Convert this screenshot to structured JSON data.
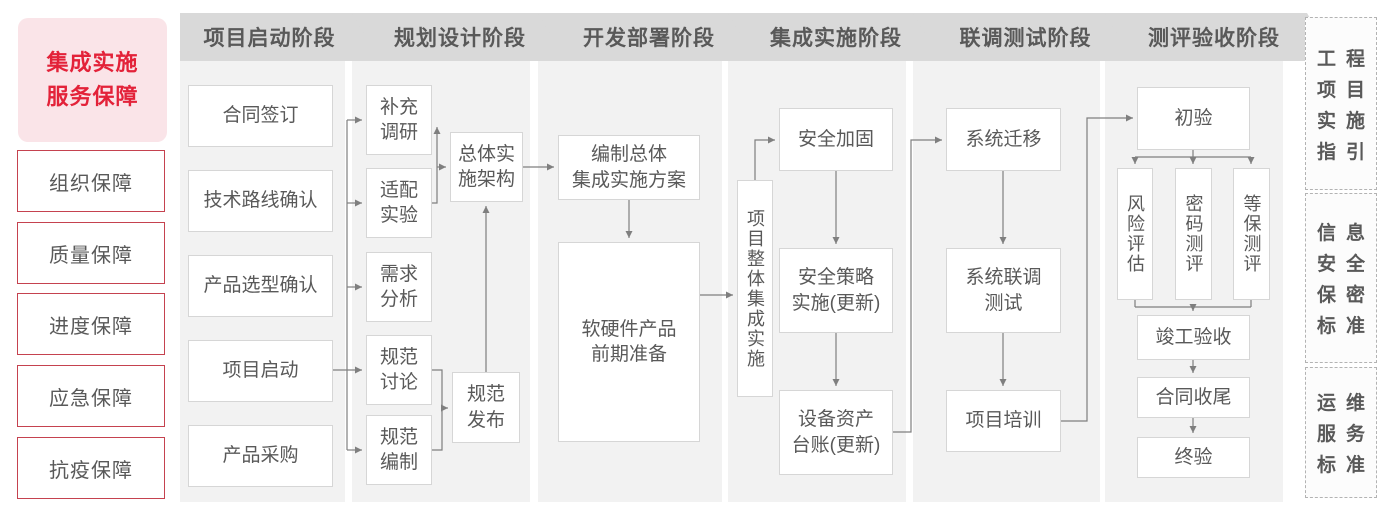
{
  "sidebar": {
    "title_lines": [
      "集成实施",
      "服务保障"
    ],
    "items": [
      {
        "label": "组织保障"
      },
      {
        "label": "质量保障"
      },
      {
        "label": "进度保障"
      },
      {
        "label": "应急保障"
      },
      {
        "label": "抗疫保障"
      }
    ]
  },
  "phases": [
    {
      "label": "项目启动阶段",
      "nodes": [
        {
          "label": "合同签订"
        },
        {
          "label": "技术路线确认"
        },
        {
          "label": "产品选型确认"
        },
        {
          "label": "项目启动"
        },
        {
          "label": "产品采购"
        }
      ]
    },
    {
      "label": "规划设计阶段",
      "nodes": [
        {
          "label": "补充\n调研"
        },
        {
          "label": "适配\n实验"
        },
        {
          "label": "需求\n分析"
        },
        {
          "label": "规范\n讨论"
        },
        {
          "label": "规范\n编制"
        },
        {
          "label": "总体实\n施架构"
        },
        {
          "label": "规范\n发布"
        }
      ]
    },
    {
      "label": "开发部署阶段",
      "nodes": [
        {
          "label": "编制总体\n集成实施方案"
        },
        {
          "label": "软硬件产品\n前期准备"
        }
      ]
    },
    {
      "label": "集成实施阶段",
      "nodes": [
        {
          "label": "项目整体集成实施"
        },
        {
          "label": "安全加固"
        },
        {
          "label": "安全策略\n实施(更新)"
        },
        {
          "label": "设备资产\n台账(更新)"
        }
      ]
    },
    {
      "label": "联调测试阶段",
      "nodes": [
        {
          "label": "系统迁移"
        },
        {
          "label": "系统联调\n测试"
        },
        {
          "label": "项目培训"
        }
      ]
    },
    {
      "label": "测评验收阶段",
      "nodes": [
        {
          "label": "初验"
        },
        {
          "label": "风险评估"
        },
        {
          "label": "密码测评"
        },
        {
          "label": "等保测评"
        },
        {
          "label": "竣工验收"
        },
        {
          "label": "合同收尾"
        },
        {
          "label": "终验"
        }
      ]
    }
  ],
  "right_panels": [
    {
      "name": "工程项目实施指引",
      "lines": [
        "工程",
        "项目",
        "实施",
        "指引"
      ]
    },
    {
      "name": "信息安全保密标准",
      "lines": [
        "信息",
        "安全",
        "保密",
        "标准"
      ]
    },
    {
      "name": "运维服务标准",
      "lines": [
        "运维",
        "服务",
        "标准"
      ]
    }
  ],
  "colors": {
    "accent_red": "#e32239",
    "pink_bg": "#fae4e8",
    "sidebar_border": "#c5424f",
    "header_bg": "#d9d9d9",
    "column_bg": "#f2f2f2",
    "box_border": "#d6d6d6",
    "text_gray": "#595959",
    "line_gray": "#7f7f7f"
  }
}
